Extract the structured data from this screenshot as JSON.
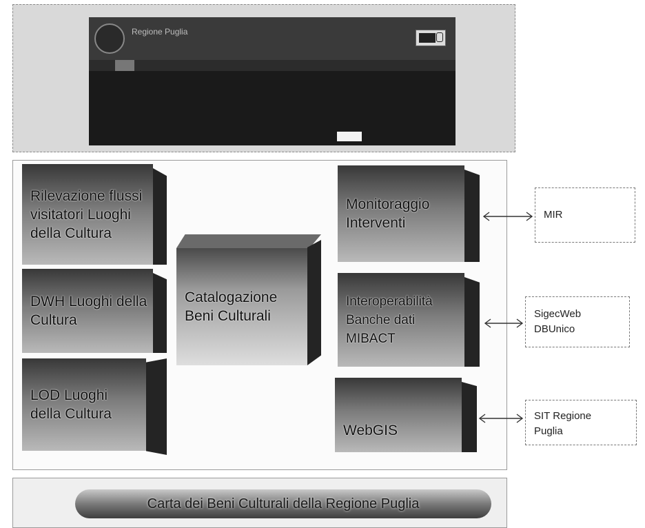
{
  "website": {
    "title_line1": "Regione Puglia",
    "title_line2": "",
    "nav_items": [
      "",
      ""
    ]
  },
  "modules": {
    "rilevazione": "Rilevazione flussi visitatori Luoghi della Cultura",
    "dwh": "DWH Luoghi della Cultura",
    "lod": "LOD Luoghi della Cultura",
    "catalogazione": "Catalogazione Beni Culturali",
    "monitoraggio": "Monitoraggio Interventi",
    "interoperabilita": "Interoperabilità Banche dati MIBACT",
    "webgis": "WebGIS"
  },
  "external": {
    "mir": "MIR",
    "sigecweb_line1": "SigecWeb",
    "sigecweb_line2": "DBUnico",
    "sit_line1": "SIT Regione",
    "sit_line2": "Puglia"
  },
  "foundation": {
    "label": "Carta dei Beni Culturali della Regione Puglia"
  }
}
